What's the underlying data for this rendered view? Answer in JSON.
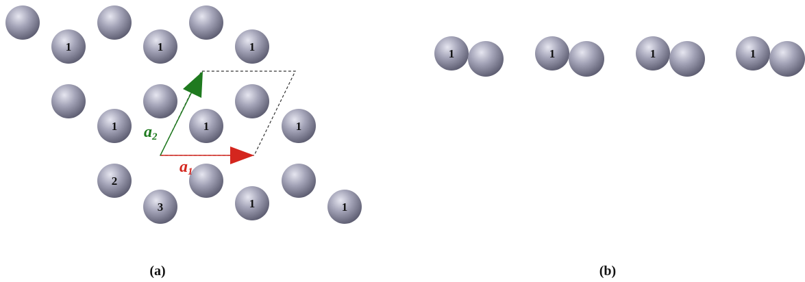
{
  "colors": {
    "atom_light": "#e6e6f0",
    "atom_mid": "#a4a4b8",
    "atom_dark": "#5e5e72",
    "vector_a1": "#d4261e",
    "vector_a2": "#1f7a1f",
    "cell_outline": "#333333"
  },
  "panel_a": {
    "caption": "(a)",
    "vector_a1": {
      "symbol": "a",
      "subscript": "1"
    },
    "vector_a2": {
      "symbol": "a",
      "subscript": "2"
    },
    "atom_labels": [
      "1",
      "1",
      "1",
      "1",
      "1",
      "1",
      "2",
      "3",
      "1",
      "1"
    ]
  },
  "panel_b": {
    "caption": "(b)",
    "atom_labels": [
      "1",
      "1",
      "1",
      "1"
    ]
  }
}
